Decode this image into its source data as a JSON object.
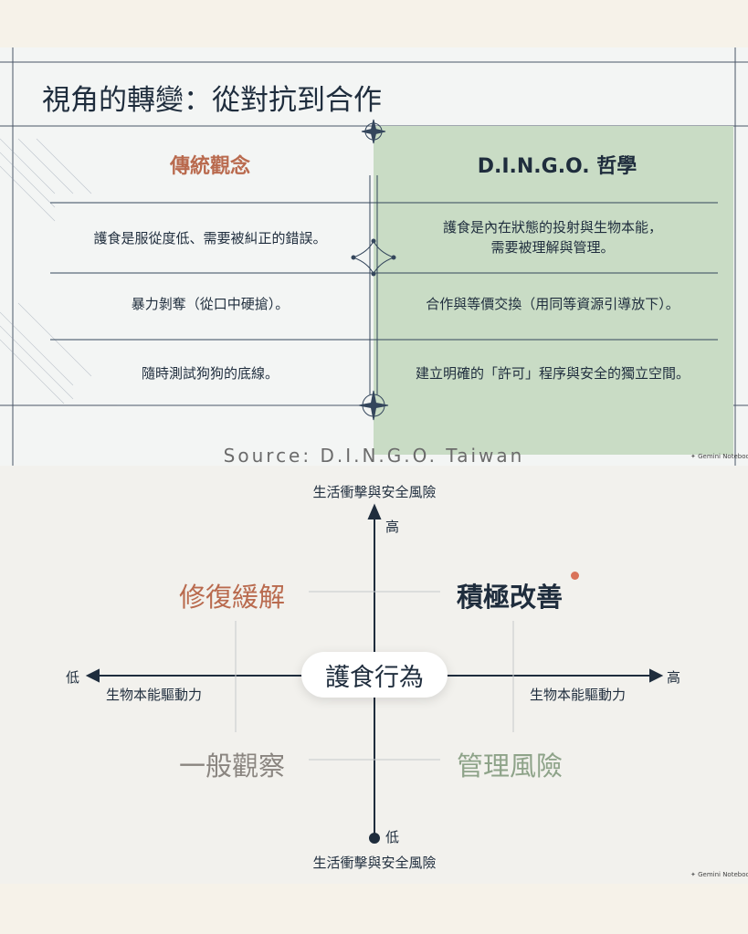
{
  "slide1": {
    "title": "視角的轉變：從對抗到合作",
    "left_heading": "傳統觀念",
    "right_heading": "D.I.N.G.O. 哲學",
    "rows": [
      {
        "traditional": "護食是服從度低、需要被糾正的錯誤。",
        "dingo_line1": "護食是內在狀態的投射與生物本能，",
        "dingo_line2": "需要被理解與管理。"
      },
      {
        "traditional": "暴力剝奪（從口中硬搶）。",
        "dingo_line1": "合作與等價交換（用同等資源引導放下）。",
        "dingo_line2": ""
      },
      {
        "traditional": "隨時測試狗狗的底線。",
        "dingo_line1": "建立明確的「許可」程序與安全的獨立空間。",
        "dingo_line2": ""
      }
    ],
    "badge": "Gemini Notebook"
  },
  "source": "Source: D.I.N.G.O. Taiwan",
  "slide2": {
    "center_label": "護食行為",
    "y_axis": {
      "title_top": "生活衝擊與安全風險",
      "title_bottom": "生活衝擊與安全風險",
      "high": "高",
      "low": "低"
    },
    "x_axis": {
      "title_left": "生物本能驅動力",
      "title_right": "生物本能驅動力",
      "high": "高",
      "low": "低"
    },
    "quadrants": {
      "top_left": "修復緩解",
      "top_right": "積極改善",
      "bottom_left": "一般觀察",
      "bottom_right": "管理風險"
    },
    "badge": "Gemini Notebook",
    "colors": {
      "top_left": "#b96a4e",
      "top_right": "#1f2d3d",
      "bottom_left": "#8a8580",
      "bottom_right": "#8ea389",
      "traditional_heading": "#b96a4e",
      "dot": "#d9735a"
    }
  }
}
